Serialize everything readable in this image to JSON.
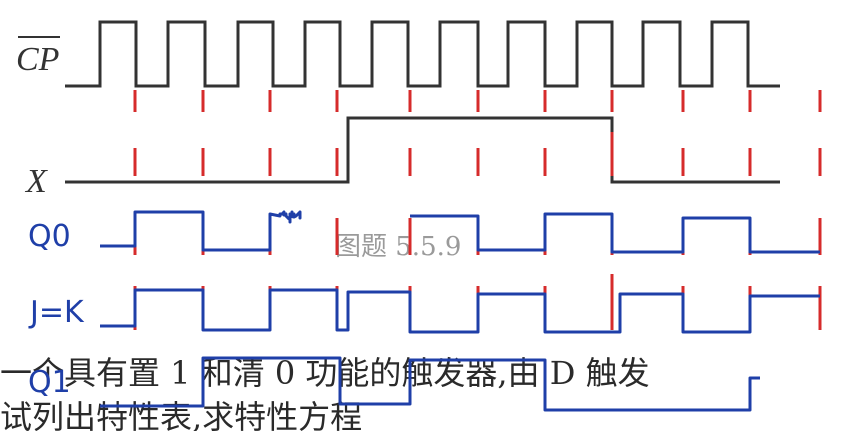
{
  "labels": {
    "cp": "CP",
    "x": "X",
    "q0": "Q0",
    "jk": "J=K",
    "q1": "Q1"
  },
  "caption": "图题 5.5.9",
  "body_line_1": "一个具有置 1 和清 0 功能的触发器,由 D 触发",
  "body_line_2": "试列出特性表,求特性方程",
  "colors": {
    "waveform": "#333333",
    "tick": "#d62b2b",
    "handdrawn": "#1f3fa8"
  }
}
